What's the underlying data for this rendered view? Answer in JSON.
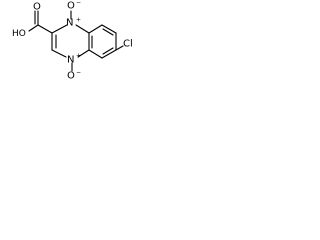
{
  "structure": {
    "atoms": {
      "carboxyl_oxygen": "O",
      "hydroxyl": "HO",
      "n_oxide_top_n": "N",
      "n_oxide_top_o": "O",
      "n_oxide_bottom_n": "N",
      "n_oxide_bottom_o": "O",
      "chlorine": "Cl"
    },
    "charges": {
      "top_n": "+",
      "top_o": "−",
      "bottom_n": "+",
      "bottom_o": "−"
    }
  }
}
